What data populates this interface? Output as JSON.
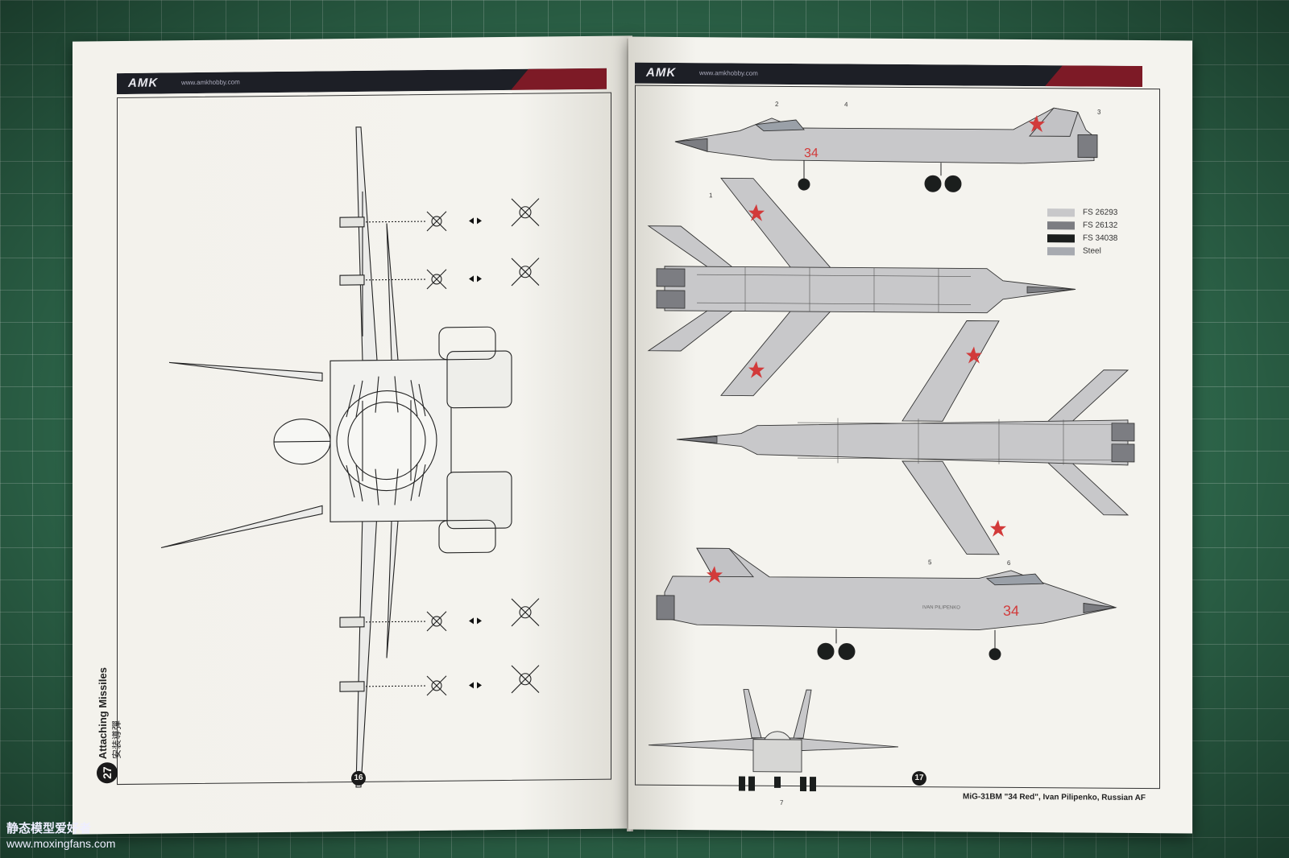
{
  "booklet": {
    "brand_logo": "AMK",
    "brand_url": "www.amkhobby.com",
    "left_page": {
      "step_number": "27",
      "step_title_en": "Attaching Missiles",
      "step_title_zh": "安装導彈",
      "page_number": "16"
    },
    "right_page": {
      "page_number": "17",
      "caption": "MiG-31BM \"34 Red\", Ivan Pilipenko, Russian AF",
      "legend": [
        {
          "label": "FS 26293",
          "color": "#c8c8ca"
        },
        {
          "label": "FS 26132",
          "color": "#7c7d82"
        },
        {
          "label": "FS 34038",
          "color": "#1b1e1d"
        },
        {
          "label": "Steel",
          "color": "#a7aab0"
        }
      ],
      "aircraft_number": "34",
      "callouts": [
        "1",
        "2",
        "3",
        "4",
        "5",
        "6",
        "7"
      ],
      "nose_text": "IVAN PILIPENKO"
    },
    "accent_colors": {
      "banner_dark": "#1d1f26",
      "banner_red": "#7d1a26",
      "star_red": "#d23a3a"
    }
  },
  "watermark": {
    "site_name": "静态模型爱好者",
    "site_url": "www.moxingfans.com"
  }
}
